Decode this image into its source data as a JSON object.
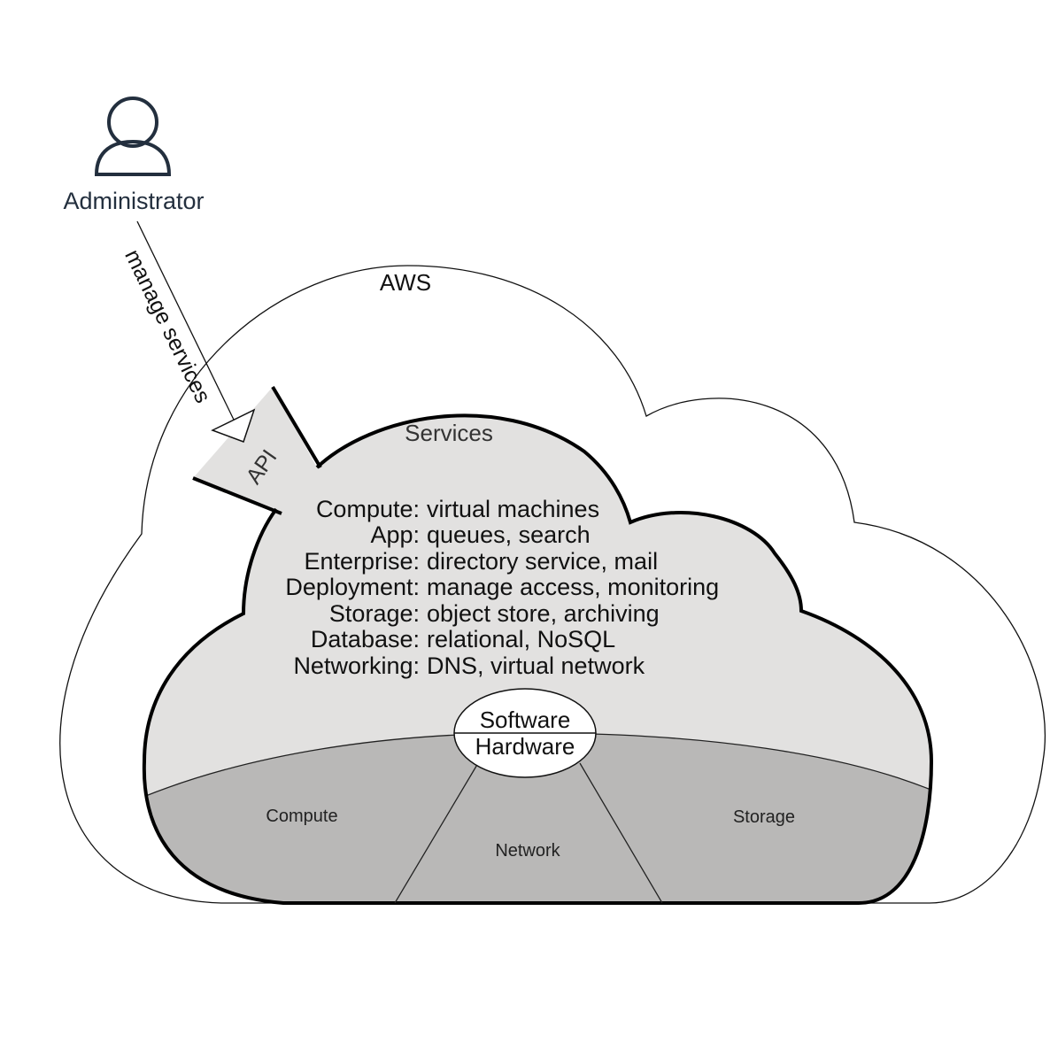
{
  "actor": {
    "label": "Administrator",
    "icon": "user-icon"
  },
  "connection": {
    "label": "manage services"
  },
  "outer_cloud": {
    "label": "AWS"
  },
  "api": {
    "label": "API"
  },
  "services_cloud": {
    "label": "Services",
    "rows": [
      {
        "category": "Compute:",
        "items": "virtual machines"
      },
      {
        "category": "App:",
        "items": "queues, search"
      },
      {
        "category": "Enterprise:",
        "items": "directory service, mail"
      },
      {
        "category": "Deployment:",
        "items": "manage access, monitoring"
      },
      {
        "category": "Storage:",
        "items": "object store, archiving"
      },
      {
        "category": "Database:",
        "items": "relational, NoSQL"
      },
      {
        "category": "Networking:",
        "items": "DNS, virtual network"
      }
    ]
  },
  "boundary": {
    "top": "Software",
    "bottom": "Hardware"
  },
  "hardware": {
    "compute": "Compute",
    "network": "Network",
    "storage": "Storage"
  },
  "colors": {
    "services_fill": "#e2e1e0",
    "hardware_fill": "#b9b8b7",
    "icon": "#232f3e"
  }
}
